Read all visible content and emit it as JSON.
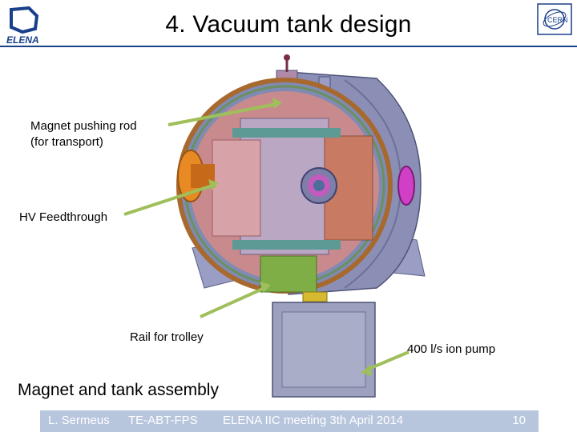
{
  "slide": {
    "title": "4. Vacuum tank design",
    "caption": "Magnet and tank assembly"
  },
  "logos": {
    "left_text": "ELENA",
    "right_text": "CERN"
  },
  "labels": {
    "pushrod_line1": "Magnet pushing rod",
    "pushrod_line2": "(for transport)",
    "hv": "HV Feedthrough",
    "rail": "Rail for trolley",
    "pump": "400 l/s ion pump"
  },
  "footer": {
    "author": "L. Sermeus",
    "group": "TE-ABT-FPS",
    "meeting": "ELENA IIC meeting 3th April 2014",
    "page": "10"
  },
  "colors": {
    "title_rule": "#1a3f8a",
    "footer_bar": "#b7c5dd",
    "arrow": "#9fbf5a",
    "tank_shell": "#8b8fb5",
    "tank_interior": "#c98a8e",
    "copper_ring": "#a8692e",
    "flange_orange": "#e88a24",
    "port_magenta": "#d03fc6",
    "pump_body": "#9da1bd"
  }
}
